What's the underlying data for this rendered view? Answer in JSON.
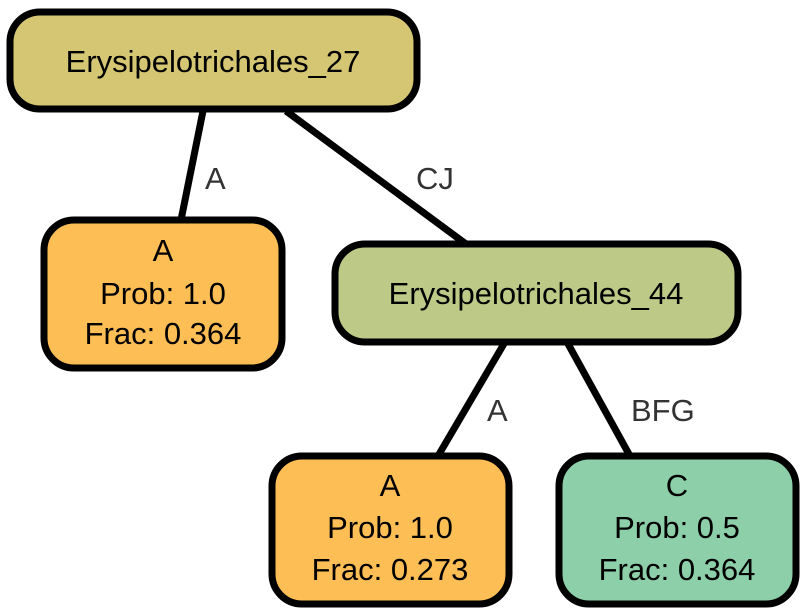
{
  "colors": {
    "root": "#d4c673",
    "internal": "#bcc987",
    "leaf_a": "#fdbe55",
    "leaf_c": "#8ccfa8",
    "edge": "#000000",
    "edge_label": "#333333"
  },
  "nodes": {
    "root": {
      "label": "Erysipelotrichales_27"
    },
    "internal": {
      "label": "Erysipelotrichales_44"
    },
    "leaf1": {
      "name": "A",
      "prob": "Prob: 1.0",
      "frac": "Frac: 0.364"
    },
    "leaf2": {
      "name": "A",
      "prob": "Prob: 1.0",
      "frac": "Frac: 0.273"
    },
    "leaf3": {
      "name": "C",
      "prob": "Prob: 0.5",
      "frac": "Frac: 0.364"
    }
  },
  "edges": {
    "root_leaf1": "A",
    "root_internal": "CJ",
    "internal_leaf2": "A",
    "internal_leaf3": "BFG"
  }
}
